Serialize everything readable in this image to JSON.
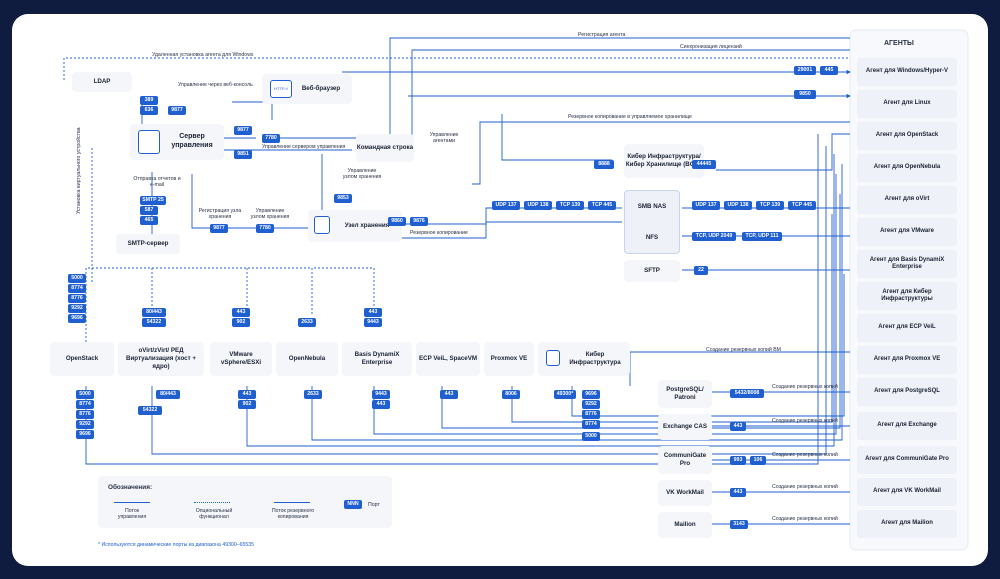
{
  "agents_title": "АГЕНТЫ",
  "agents": [
    "Агент для Windows/Hyper-V",
    "Агент для Linux",
    "Агент для OpenStack",
    "Агент для OpenNebula",
    "Агент для oVirt",
    "Агент для VMware",
    "Агент для Basis DynamiX Enterprise",
    "Агент для Кибер Инфраструктуры",
    "Агент для ECP VeiL",
    "Агент для Proxmox VE",
    "Агент для PostgreSQL",
    "Агент для Exchange",
    "Агент для CommuniGate Pro",
    "Агент для VK WorkMail",
    "Агент для Mailion"
  ],
  "nodes": {
    "ldap": "LDAP",
    "browser": "Веб-браузер",
    "browser_icon": "HTTP://",
    "server": "Сервер управления",
    "cli": "Командная строка",
    "storage_node": "Узел хранения",
    "smtp": "SMTP-сервер",
    "bcw": "Кибер Инфраструктура/ Кибер Хранилище (BCW)",
    "smb": "SMB NAS",
    "nfs": "NFS",
    "sftp": "SFTP",
    "openstack": "OpenStack",
    "ovirt": "oVirt/zVirt/ РЕД Виртуализация (хост + ядро)",
    "vmware": "VMware vSphere/ESXi",
    "opennebula": "OpenNebula",
    "basis": "Basis DynamiX Enterprise",
    "ecp": "ECP VeiL, SpaceVM",
    "proxmox": "Proxmox VE",
    "cyber_infra": "Кибер Инфраструктура",
    "postgres": "PostgreSQL/ Patroni",
    "exchange": "Exchange CAS",
    "communigate": "CommuniGate Pro",
    "vk": "VK WorkMail",
    "mailion": "Mailion"
  },
  "labels": {
    "remote_install": "Удаленная установка агента для Windows",
    "agent_reg": "Регистрация агента",
    "license_sync": "Синхронизация лицензий",
    "web_mgmt": "Управление через веб-консоль",
    "managed_backup": "Резервное копирование в управляемое хранилище",
    "agents_mgmt": "Управление агентами",
    "server_mgmt": "Управление сервером управления",
    "send_reports": "Отправка отчетов и e-mail",
    "storage_mgmt": "Управление узлом хранения",
    "storage_reg": "Регистрация узла хранения",
    "storage_mgmt2": "Управление узлом хранения",
    "backup": "Резервное копирование",
    "vm_install": "Установка виртуального устройства",
    "vm_backup": "Создание резервных копий ВМ",
    "create_backup": "Создание резервных копий"
  },
  "ports": {
    "p29001": "29001",
    "p445a": "445",
    "p9850": "9850",
    "ldap1": "389",
    "ldap2": "636",
    "p9877a": "9877",
    "p9877b": "9877",
    "p7780a": "7780",
    "p9851": "9851",
    "bcw": "8888",
    "bcw2": "44445",
    "smtp1": "SMTP 25",
    "smtp2": "587",
    "smtp3": "465",
    "p9853": "9853",
    "p9877c": "9877",
    "p7780b": "7780",
    "sn1": "9860",
    "sn2": "9876",
    "udp137a": "UDP 137",
    "udp138a": "UDP 138",
    "tcp139a": "TCP 139",
    "tcp445a": "TCP 445",
    "udp137b": "UDP 137",
    "udp138b": "UDP 138",
    "tcp139b": "TCP 139",
    "tcp445b": "TCP 445",
    "nfs1": "TCP, UDP 2049",
    "nfs2": "TCP, UDP 111",
    "sftp": "22",
    "os1": "5000",
    "os2": "8774",
    "os3": "8776",
    "os4": "9292",
    "os5": "9696",
    "ov1": "80/443",
    "ov2": "54322",
    "vm1": "443",
    "vm2": "902",
    "on1": "2633",
    "bd1": "443",
    "bd2": "9443",
    "osb1": "5000",
    "osb2": "8774",
    "osb3": "8776",
    "osb4": "9292",
    "osb5": "9696",
    "ovb1": "80/443",
    "ovb2": "54322",
    "vmb1": "443",
    "vmb2": "902",
    "onb1": "2633",
    "bdb1": "9443",
    "bdb2": "443",
    "ecpb": "443",
    "pxb": "8006",
    "cib0": "49300*",
    "cib1": "9696",
    "cib2": "9292",
    "cib3": "8776",
    "cib4": "8774",
    "cib5": "5000",
    "pg": "5432/8008",
    "ex": "443",
    "cg1": "993",
    "cg2": "106",
    "vk": "443",
    "ml": "3143"
  },
  "legend": {
    "title": "Обозначения:",
    "control": "Поток управления",
    "optional": "Опциональный функционал",
    "backup": "Поток резервного копирования",
    "port_box": "NNN",
    "port": "Порт"
  },
  "footnote": "* Используются динамические порты из диапазона 49300–65535",
  "colors": {
    "background": "#0f1c3f",
    "accent": "#1f5fd0",
    "box": "#eef1f7",
    "line": "#1f5fd0"
  }
}
